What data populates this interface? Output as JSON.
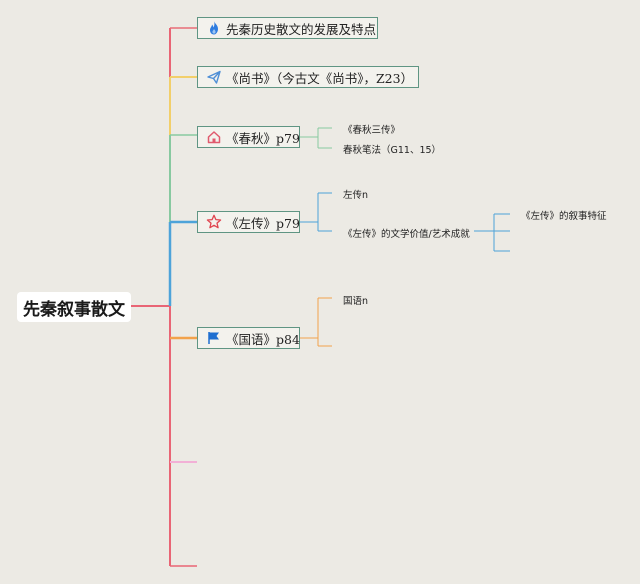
{
  "root": {
    "label": "先秦叙事散文"
  },
  "topics": [
    {
      "id": "overview",
      "label": "先秦历史散文的发展及特点",
      "icon": "fire-icon"
    },
    {
      "id": "shangshu",
      "label": "《尚书》（今古文《尚书》，Z23）",
      "icon": "send-icon"
    },
    {
      "id": "chunqiu",
      "label": "《春秋》p79",
      "icon": "home-icon",
      "children": [
        "《春秋三传》",
        "春秋笔法（G11、15）"
      ]
    },
    {
      "id": "zuozhuan",
      "label": "《左传》p79",
      "icon": "star-icon",
      "children": [
        "左传n",
        "《左传》的文学价值/艺术成就"
      ],
      "grandchildren": [
        "《左传》的叙事特征"
      ]
    },
    {
      "id": "guoyu",
      "label": "《国语》p84",
      "icon": "flag-icon",
      "children": [
        "国语n"
      ]
    }
  ],
  "colors": {
    "trunk": "#e96575",
    "topic_border": "#5f9583",
    "branch_overview": "#e86d77",
    "branch_shangshu": "#f2cf6a",
    "branch_chunqiu": "#88c9a0",
    "branch_zuozhuan": "#4da3d9",
    "branch_guoyu": "#f2a24b",
    "branch_pink": "#f2b0d6",
    "icon_fire": "#2f7de0",
    "icon_send": "#4f8fd6",
    "icon_home": "#e05a6e",
    "icon_star": "#e0444f",
    "icon_flag": "#1f6fd0"
  }
}
